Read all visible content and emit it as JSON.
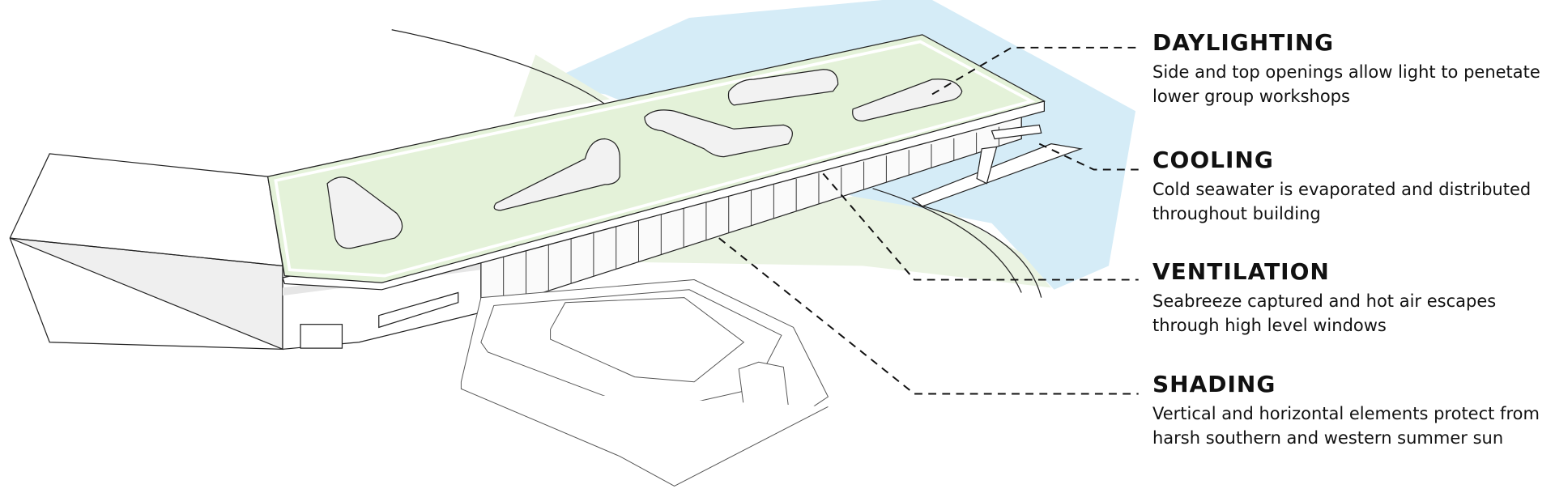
{
  "annotations": [
    {
      "title": "DAYLIGHTING",
      "lines": [
        "Side and top openings allow light to penetate",
        "lower group workshops"
      ]
    },
    {
      "title": "COOLING",
      "lines": [
        "Cold seawater is evaporated and distributed",
        "throughout building"
      ]
    },
    {
      "title": "VENTILATION",
      "lines": [
        "Seabreeze captured and hot air escapes",
        "through high level windows"
      ]
    },
    {
      "title": "SHADING",
      "lines": [
        "Vertical and horizontal elements protect from",
        "harsh southern and western summer sun"
      ]
    }
  ],
  "colors": {
    "water": "#d5ecf7",
    "roof": "#e4f2d9",
    "land": "#eaf3e2",
    "line": "#222222",
    "shade": "#eeeeee"
  }
}
